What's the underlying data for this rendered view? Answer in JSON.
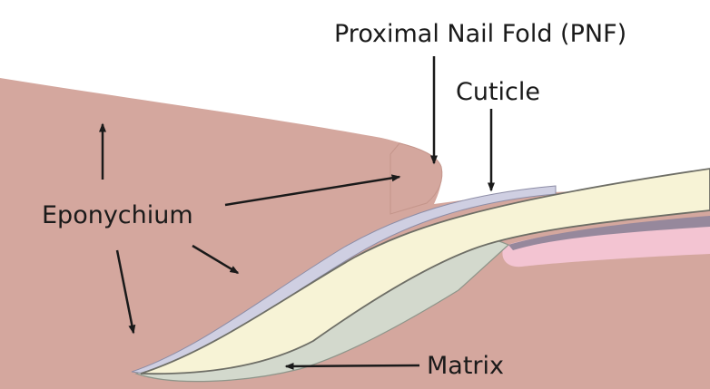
{
  "labels": {
    "pnf": "Proximal Nail Fold (PNF)",
    "cuticle": "Cuticle",
    "eponychium": "Eponychium",
    "matrix": "Matrix"
  },
  "colors": {
    "background": "#ffffff",
    "skin": "#d4a79e",
    "skin_outline": "#c4958b",
    "nail_plate": "#f7f3d6",
    "nail_outline": "#6e6e66",
    "cuticle": "#cfcfe2",
    "matrix": "#d3d9cd",
    "nail_bed": "#f3c4d2",
    "nail_bed_dark": "#96889c",
    "arrow": "#1a1a1a",
    "text": "#1a1a1a"
  }
}
